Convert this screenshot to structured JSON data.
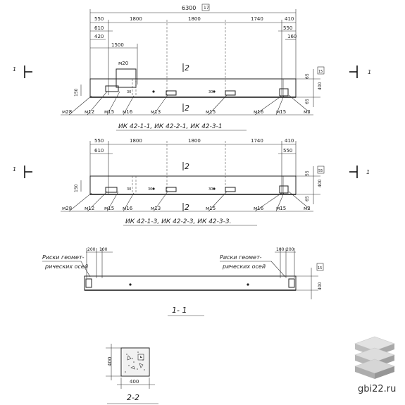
{
  "elev1": {
    "overall": "6300",
    "overall_tag": "17",
    "dims_top": [
      "550",
      "1800",
      "1800",
      "1740",
      "410"
    ],
    "d610": "610",
    "d420": "420",
    "d1500": "1500",
    "r550": "550",
    "r160": "160",
    "center_mark": "2",
    "lower_mark": "2",
    "mark_m20": "м20",
    "right_65a": "65",
    "right_400": "400",
    "right_65b": "65",
    "right_tag": "15",
    "left_150": "150",
    "num30a": "30",
    "num30b": "30",
    "labels": [
      "м28",
      "м12",
      "м15",
      "м16",
      "м13",
      "м15",
      "м16",
      "м15",
      "м2"
    ],
    "caption": "ИК 42-1-1, ИК 42-2-1, ИК 42-3-1"
  },
  "elev2": {
    "dims_top": [
      "550",
      "1800",
      "1800",
      "1740",
      "410"
    ],
    "d610": "610",
    "r550": "550",
    "center_mark": "2",
    "lower_mark": "2",
    "right_55": "55",
    "right_400": "400",
    "right_65": "65",
    "right_tag": "55",
    "left_150": "150",
    "num30": "30",
    "num30b": "30",
    "num30c": "30",
    "labels": [
      "м28",
      "м12",
      "м15",
      "м16",
      "м13",
      "м15",
      "м16",
      "м15",
      "м2"
    ],
    "caption": "ИК 42-1-3, ИК 42-2-3, ИК 42-3-3."
  },
  "section11": {
    "left_note_1": "Риски геомет-",
    "left_note_2": "рических осей",
    "right_note_1": "Риски геомет-",
    "right_note_2": "рических осей",
    "d200a": "200",
    "d100a": "100",
    "d100b": "100",
    "d200b": "200",
    "right_400": "400",
    "right_tag": "15",
    "caption": "1- 1"
  },
  "section22": {
    "side": "400",
    "bottom": "400",
    "caption": "2-2"
  },
  "cut_marks": {
    "label": "1"
  },
  "watermark": {
    "text": "gbi22.ru"
  },
  "colors": {
    "ink": "#222222",
    "logo_top": "#d9d9d9",
    "logo_mid": "#bdbdbd",
    "logo_bot": "#9e9e9e"
  }
}
